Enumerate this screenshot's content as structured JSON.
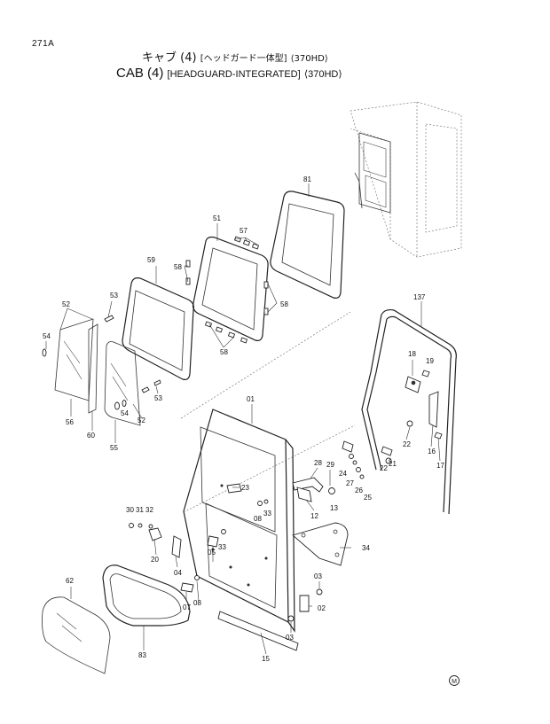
{
  "page": {
    "number": "271A"
  },
  "title": {
    "jp_main": "キャブ (4)",
    "jp_sub": "[ヘッドガード一体型]",
    "jp_model": "⟨370HD⟩",
    "en_main": "CAB (4)",
    "en_sub": "[HEADGUARD-INTEGRATED]",
    "en_model": "⟨370HD⟩"
  },
  "callouts": [
    "81",
    "51",
    "57",
    "58",
    "59",
    "137",
    "52",
    "53",
    "54",
    "56",
    "60",
    "55",
    "53",
    "52",
    "54",
    "18",
    "19",
    "01",
    "22",
    "16",
    "17",
    "28",
    "29",
    "24",
    "27",
    "26",
    "25",
    "21",
    "22",
    "23",
    "08",
    "33",
    "13",
    "12",
    "30",
    "31",
    "32",
    "20",
    "04",
    "05",
    "33",
    "07",
    "34",
    "03",
    "02",
    "03",
    "62",
    "08",
    "83",
    "15",
    "58",
    "58"
  ],
  "marks": {
    "logo_letter": "M"
  }
}
